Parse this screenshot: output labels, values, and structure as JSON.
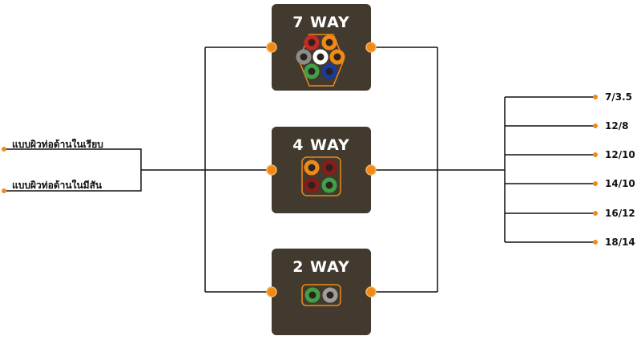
{
  "left_options": [
    {
      "label": "แบบผิวท่อด้านในเรียบ"
    },
    {
      "label": "แบบผิวท่อด้านในมีสัน"
    }
  ],
  "connectors": [
    {
      "title": "7 WAY",
      "colors": [
        "#c62828",
        "#ef8a1a",
        "#8c8c8c",
        "#ffffff",
        "#ef8a1a",
        "#43a047",
        "#1a3a9c"
      ]
    },
    {
      "title": "4 WAY",
      "colors": [
        "#ef8a1a",
        "#8b1a1a",
        "#8b1a1a",
        "#43a047"
      ]
    },
    {
      "title": "2 WAY",
      "colors": [
        "#43a047",
        "#9e9e9e"
      ]
    }
  ],
  "right_options": [
    {
      "label": "7/3.5"
    },
    {
      "label": "12/8"
    },
    {
      "label": "12/10"
    },
    {
      "label": "14/10"
    },
    {
      "label": "16/12"
    },
    {
      "label": "18/14"
    }
  ],
  "colors": {
    "box": "#423a2e",
    "accent": "#ef8a1a",
    "line": "#111111"
  }
}
